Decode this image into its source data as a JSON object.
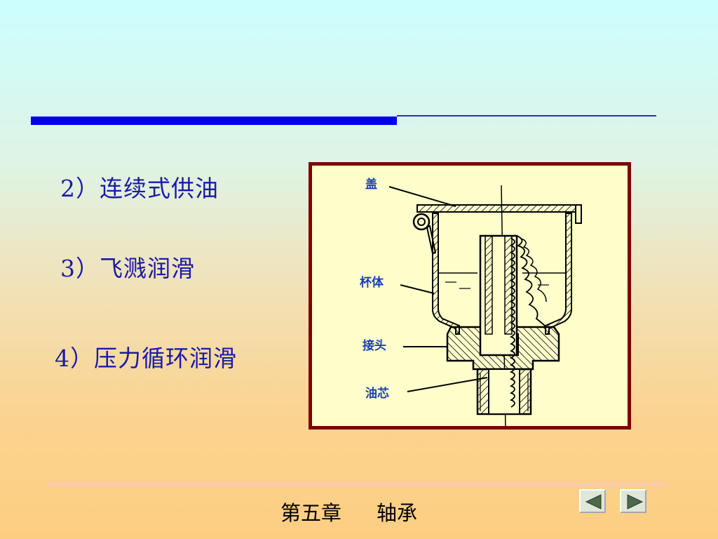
{
  "items": [
    {
      "label": "2）连续式供油"
    },
    {
      "label": "3）飞溅润滑"
    },
    {
      "label": "4）压力循环润滑"
    }
  ],
  "figure": {
    "labels": {
      "cover": "盖",
      "cup_body": "杯体",
      "joint": "接头",
      "wick": "油芯"
    },
    "colors": {
      "frame": "#800000",
      "background": "#ffffcc",
      "label": "#1a3fb0"
    }
  },
  "footer": {
    "chapter": "第五章",
    "topic": "轴承"
  },
  "nav": {
    "prev_icon": "triangle-left-icon",
    "next_icon": "triangle-right-icon"
  },
  "colors": {
    "title_bar": "#0000ee",
    "text": "#1a1aa8"
  }
}
